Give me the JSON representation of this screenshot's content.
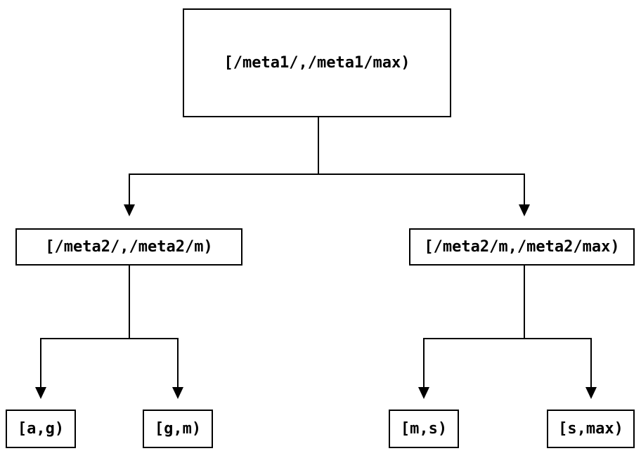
{
  "diagram": {
    "kind": "binary-interval-tree",
    "colors": {
      "background": "#ffffff",
      "line": "#000000",
      "box_border": "#000000",
      "text": "#000000"
    },
    "tree": {
      "root": {
        "label": "[/meta1/,/meta1/max)",
        "children": [
          {
            "label": "[/meta2/,/meta2/m)",
            "children": [
              {
                "label": "[a,g)"
              },
              {
                "label": "[g,m)"
              }
            ]
          },
          {
            "label": "[/meta2/m,/meta2/max)",
            "children": [
              {
                "label": "[m,s)"
              },
              {
                "label": "[s,max)"
              }
            ]
          }
        ]
      }
    }
  }
}
